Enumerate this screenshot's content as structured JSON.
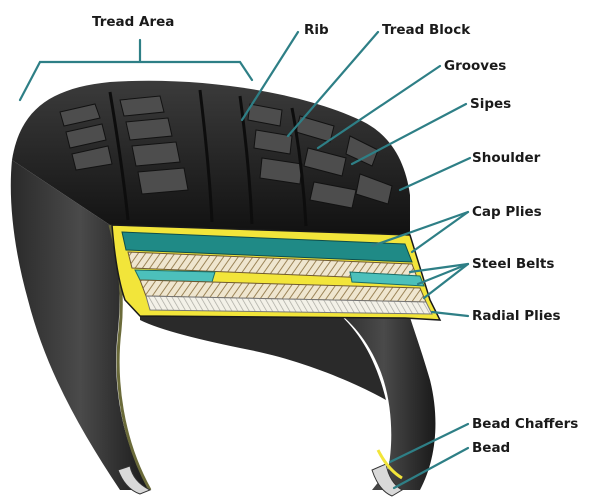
{
  "labels": {
    "tread_area": "Tread Area",
    "rib": "Rib",
    "tread_block": "Tread Block",
    "grooves": "Grooves",
    "sipes": "Sipes",
    "shoulder": "Shoulder",
    "cap_plies": "Cap Plies",
    "steel_belts": "Steel Belts",
    "radial_plies": "Radial Plies",
    "bead_chaffers": "Bead Chaffers",
    "bead": "Bead"
  },
  "colors": {
    "leader_line": "#2e7f86",
    "rubber_dark": "#1d1d1d",
    "rubber_mid": "#3a3a3a",
    "liner_yellow": "#f2e53a",
    "cap_ply_teal": "#1f8a86",
    "steel_belt_tan": "#b99a63",
    "radial_ply_white": "#ece8da"
  }
}
